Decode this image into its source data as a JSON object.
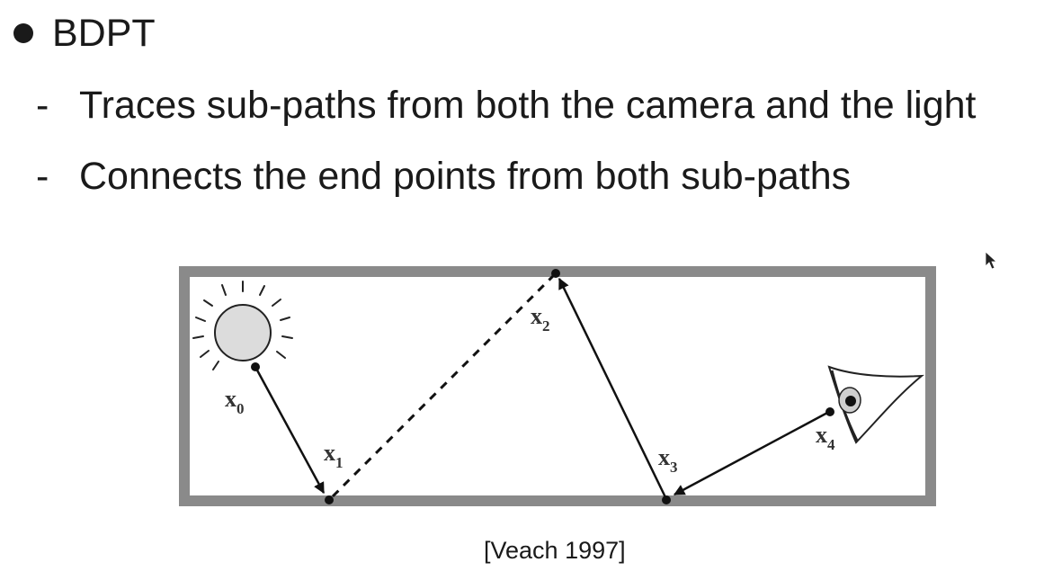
{
  "slide": {
    "bullet": "BDPT",
    "sub_bullets": [
      {
        "marker": "-",
        "text": "Traces sub-paths from both the camera and the light"
      },
      {
        "marker": "-",
        "text": "Connects the end points from both sub-paths"
      }
    ]
  },
  "figure": {
    "labels": {
      "x0": "x",
      "x0_sub": "0",
      "x1": "x",
      "x1_sub": "1",
      "x2": "x",
      "x2_sub": "2",
      "x3": "x",
      "x3_sub": "3",
      "x4": "x",
      "x4_sub": "4"
    },
    "caption": "[Veach 1997]"
  },
  "icons": {
    "light": "sun-icon",
    "camera": "eye-icon",
    "pointer": "mouse-cursor-icon"
  }
}
